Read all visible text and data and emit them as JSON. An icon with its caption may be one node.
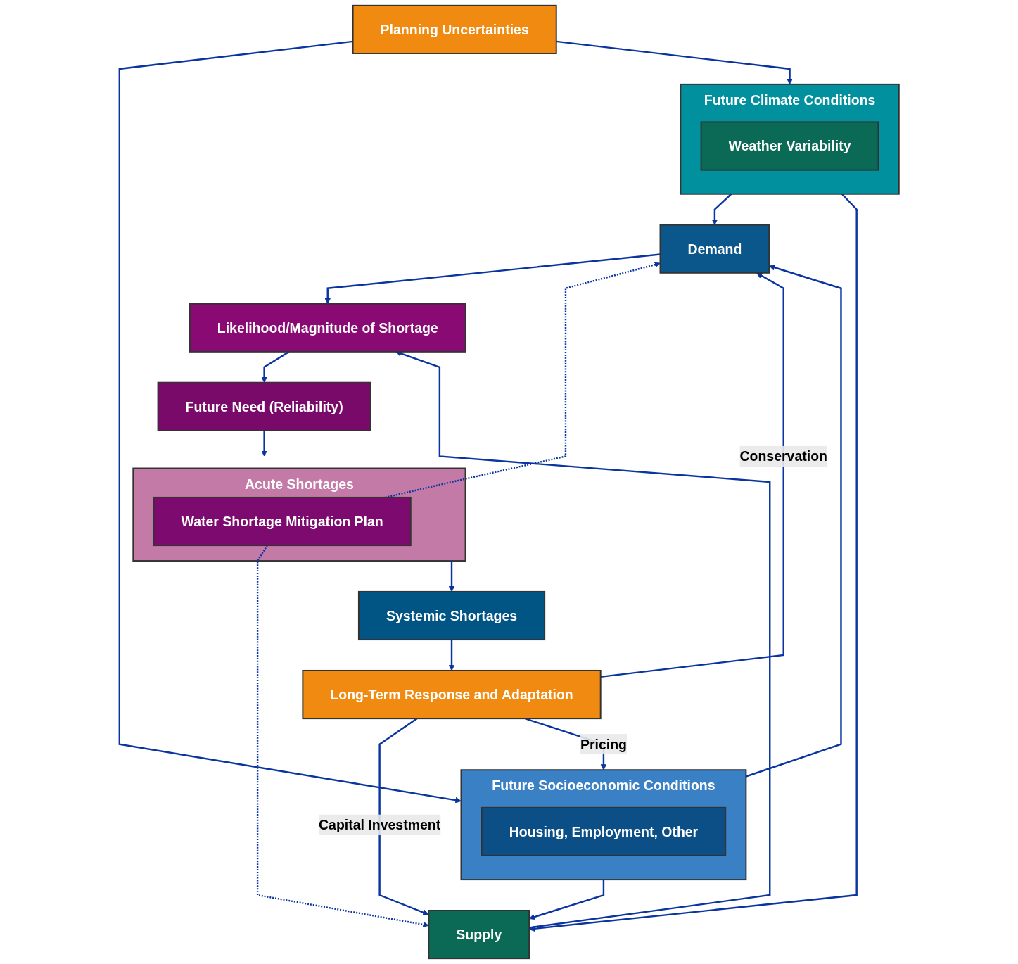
{
  "diagram": {
    "nodes": [
      {
        "text": [
          "Planning Uncertainties"
        ]
      },
      {
        "text": [
          "Future Socioeconomic Conditions"
        ]
      },
      {
        "text": [
          "Housing, Employment, Other"
        ],
        "in": 1
      },
      {
        "text": [
          "Future Climate Conditions"
        ]
      },
      {
        "text": [
          "Weather Variability"
        ],
        "in": 3
      },
      {
        "text": [
          "Demand"
        ]
      },
      {
        "text": [
          "Supply"
        ]
      },
      {
        "text": [
          "Likelihood/Magnitude of Shortage"
        ]
      },
      {
        "text": [
          "Future Need (Reliability)"
        ]
      },
      {
        "text": [
          "Acute Shortages"
        ]
      },
      {
        "text": [
          "Water Shortage Mitigation Plan"
        ],
        "in": 9
      },
      {
        "text": [
          "Systemic Shortages"
        ]
      },
      {
        "text": [
          "Long-Term Response and Adaptation"
        ]
      }
    ],
    "edges": [
      {
        "from": 0,
        "to": 1,
        "arrow": "to"
      },
      {
        "from": 0,
        "to": 3,
        "arrow": "to"
      },
      {
        "from": 1,
        "to": 5,
        "arrow": "to"
      },
      {
        "from": 1,
        "to": 6,
        "arrow": "to"
      },
      {
        "from": 3,
        "to": 5,
        "arrow": "to"
      },
      {
        "from": 3,
        "to": 6,
        "arrow": "to"
      },
      {
        "from": 5,
        "to": 7,
        "arrow": "to"
      },
      {
        "from": 6,
        "to": 7,
        "arrow": "to"
      },
      {
        "from": 7,
        "to": 8,
        "arrow": "to"
      },
      {
        "from": 8,
        "to": 9,
        "arrow": "to"
      },
      {
        "from": 9,
        "to": 11,
        "arrow": "to"
      },
      {
        "from": 11,
        "to": 12,
        "arrow": "to"
      },
      {
        "from": 10,
        "to": 5,
        "arrow": "to",
        "style": "dashed"
      },
      {
        "from": 10,
        "to": 6,
        "arrow": "to",
        "style": "dashed"
      },
      {
        "from": 12,
        "to": 1,
        "arrow": "to",
        "label": "Pricing"
      },
      {
        "from": 12,
        "to": 5,
        "arrow": "to",
        "label": "Conservation"
      },
      {
        "from": 12,
        "to": 6,
        "arrow": "to",
        "label": "Capital Investment"
      }
    ]
  }
}
